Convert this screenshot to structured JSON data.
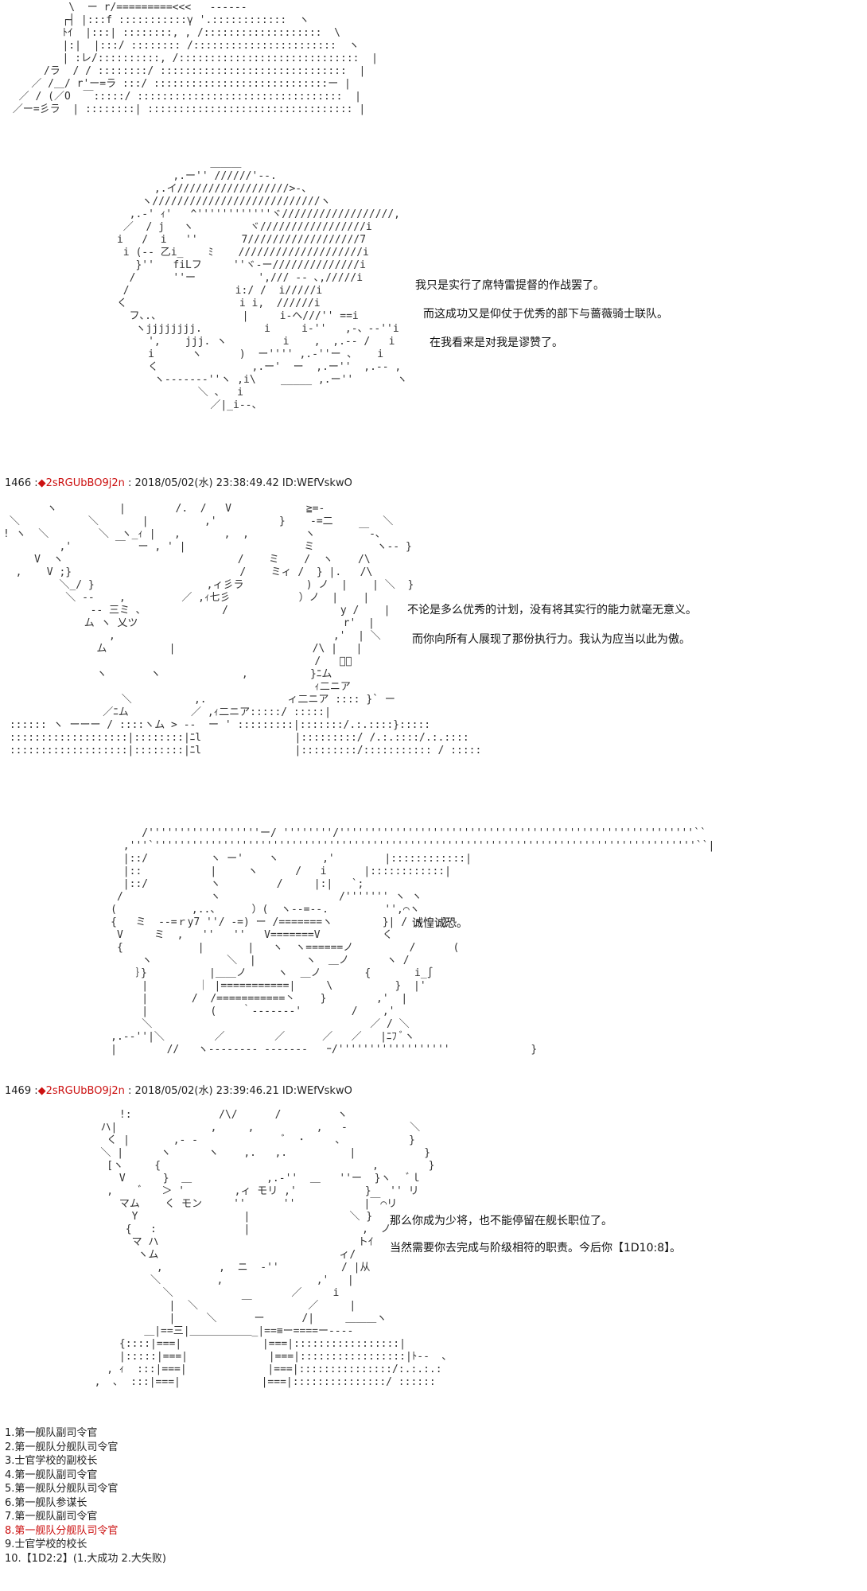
{
  "colors": {
    "text": "#333333",
    "tripcode": "#cc1111",
    "selected_choice": "#cc1111",
    "background": "#ffffff"
  },
  "art": {
    "a1": "          \\  ー r/=========<<<   ------\n         ┌┤ |:::f :::::::::::γ '.::::::::::::  ヽ\n         ﾄｲ  |:::| ::::::::, , /:::::::::::::::::::  \\\n         |:|  |:::/ :::::::: /:::::::::::::::::::::::  ヽ\n         | :レ/::::::::::, /:::::::::::::::::::::::::::::  |\n      /ラ  / / ::::::::/ ::::::::::::::::::::::::::::::  |\n    ／ /＿/ r'ー=ラ :::/ ::::::::::::::::::::::::::::ー |\n  ／ / (／O  ￣:::::/ :::::::::::::::::::::::::::::::::  |\n ／ー=彡ラ  | ::::::::| ::::::::::::::::::::::::::::::::: |",
    "a2": "                     ＿＿＿\n               ,.ー'' //////'‐-.\n            ,.イ//////////////////>-、\n          ヽ///////////////////////////ヽ\n        ,.-' ｨ'   ^''''''''''''ヾ//////////////////,\n       ／  / j   ヽ         ヾ/////////////////i\n      i   /  i   ''       7//////////////////7\n       i (-- 乙i_    ﾐ    ////////////////////i\n         }''   fiLフ     ''ヾ-ー//////////////i\n        /      ''ー          ',/// -- ､,/////i\n       /                 i:/ /  i/////i\n      く                  i i,  //////i\n        フ､.、             |     i-ヘ///'' ==i\n         ヽjjjjjjjj.          i     i-''   ,-、--''i\n           ',    jjj. ヽ         i    ,  ,.-- /   i\n           i      ヽ      )  ー'''' ,.-''ー ､    i\n           く               ,.ー'  ー  ,.ー''  ,.-- ,\n            ヽ-------''ヽ ,i\\    _____ ,.ー''       ヽ\n                   ＼ 、  i\n                     ／|_i--、",
    "a3": "       ヽ          |        /.  /   V            ≧=-\n ＼           ＼       |         ,'          }    -=二        ＼\n! ヽ  ＼        ＼  ヽ_ｨ |   ,       ,  ,         ヽ       ￣-､\n         ,'       ￣  ー , ' |                   ミ          ヽ-- }\n     V  ヽ                            /    ミ    /  ヽ    /\\\n  ,    V ;}                           /    ミィ /  } |.   /\\\n         ＼_/ }                  ,ィ彡ラ          ) ノ  |    | ＼  }\n          ＼ ‐‐    ,         ／ ,ｨ七彡           ）ノ  |    |\n              ‐‐ 三ミ ､             /                  y /    |\n             ム ヽ 乂ツ                                 r'  |\n                 ,                                   ,'  | ＼\n               ム          |                      /\\ |   |\n                                                  /   ﾞ、\n               ヽ       ヽ             ,          }ﾆム\n                                                  ｨ二ニア\n                   ＼          ,.             ィ二ニア :::: }` ー\n                ／ﾆム          ／ ,ｨ二ニア:::::/ :::::|\n :::::: ヽ ーーー / ::::ヽム > --  ー ' :::::::::|:::::::/.:.::::}:::::\n :::::::::::::::::::|::::::::|ﾆl               |:::::::::/ /.:.::::/.:.::::\n :::::::::::::::::::|::::::::|ﾆl               |:::::::::/::::::::::: / :::::",
    "a4": "          /''''''''''''''''''ー/ ''''''''/'''''''''''''''''''''''''''''''''''''''''''''''''''''''''``\n       ,'''`'''''''''''''''''''''''''''''''''''''''''''''''''''''''''''''''''''''''''''''''''''''''``|\n       |::/          ヽ ー'    ヽ       ,'        |::::::::::::|\n       |::           |     ヽ      /   i      |::::::::::::|\n       |::/          ヽ         /     |:|   `;\n      /              ヽ                   /''''''' ヽ ヽ\n     (            ,..、     ）(  ヽ--=--.         '',⌒ヽ\n     {   ミ  --=ｒy7 ''/ -=) ー /=======ヽ        }| / ヽ   }\n      V     ミ  ,   ''   ''   V=======V          く\n      {            |       |   ヽ  ヽ======ノ         /      (\n          ヽ            ＼  |        ヽ  ＿ノ      ヽ /\n         ｝}          |＿＿ノ     ヽ  ＿ノ       {       i_∫\n          |        ｜ |===========|     \\          }  |'\n          |       /  /===========丶    }        ,'  |\n          |          (    ｀-------'        /    ,'\n          ＼                                   ／ / ＼\n     ,.-‐''|＼        ／        ／      ／   ／   |ﾆﾌ ﾞヽ\n     |        //   ヽ-------- -------   ｰ/''''''''''''''''''             }",
    "a5": "            !:              /\\/      /         ヽ\n         ハ|               ,     ,          ,   -          ＼\n          く |       ,- -              ﾞ  ･     ､           }\n         ＼ |      ヽ      ヽ    ,.   ,.          |           }\n          [ヽ     {                                  ,        }\n            V      }  ＿            ,.-''  ＿   ''ー  }ヽ   ﾞｌ\n          ,    ﾞ   ＞ '        ,ィ モリ ,'           }   '' リ\n            マム    く モン     ''      ''           |￣⌒リ\n              Y                 |                ＼ }\n             {   :              |                  ,  ノ\n              マ ハ                                トｲ\n               ヽム                             ィ/\n                  ,         ,  ニ  -''          / |从\n                 ＼         ,               ,'   |\n                   ＼                   ／     i\n                    |  ＼       ￣         ／     |\n                    |     ＼      ー      /|     ＿＿＿ヽ\n                ＿|==三|＿＿＿＿＿＿_|==≡ー====ー----\n            {::::|===|             |===|:::::::::::::::::|\n            |:::::|===|             |===|:::::::::::::::::|ﾄ--  ､\n          , ｨ  :::|===|             |===|:::::::::::::::/:.:.:.:\n        ,  ､  :::|===|             |===|:::::::::::::::/ ::::::",
    "dialog": {
      "d1": "我只是实行了席特雷提督的作战罢了。",
      "d2": "而这成功又是仰仗于优秀的部下与蔷薇骑士联队。",
      "d3": "在我看来是对我是谬赞了。",
      "d4": "不论是多么优秀的计划，没有将其实行的能力就毫无意义。",
      "d5": "而你向所有人展现了那份执行力。我认为应当以此为傲。",
      "d6": "诚惶诚恐。",
      "d7": "那么你成为少将，也不能停留在舰长职位了。",
      "d8": "当然需要你去完成与阶级相符的职责。今后你【1D10:8】。"
    }
  },
  "posts": [
    {
      "number": "1466 :",
      "diamond": "◆",
      "trip": "2sRGUbBO9j2n",
      "meta": " : 2018/05/02(水) 23:38:49.42 ID:WEfVskwO"
    },
    {
      "number": "1469 :",
      "diamond": "◆",
      "trip": "2sRGUbBO9j2n",
      "meta": " : 2018/05/02(水) 23:39:46.21 ID:WEfVskwO"
    }
  ],
  "choices": [
    "1.第一舰队副司令官",
    "2.第一舰队分舰队司令官",
    "3.士官学校的副校长",
    "4.第一舰队副司令官",
    "5.第一舰队分舰队司令官",
    "6.第一舰队参谋长",
    "7.第一舰队副司令官",
    "8.第一舰队分舰队司令官",
    "9.士官学校的校长",
    "10.【1D2:2】(1.大成功  2.大失败)"
  ],
  "selected_choice_index": 7
}
